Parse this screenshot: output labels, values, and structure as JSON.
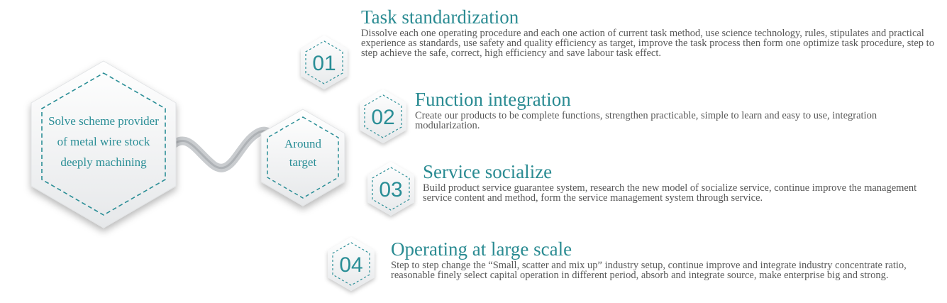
{
  "center": {
    "lines": [
      "Solve scheme provider",
      "of  metal wire stock",
      "deeply machining"
    ]
  },
  "target": {
    "lines": [
      "Around",
      "target"
    ]
  },
  "items": [
    {
      "number": "01",
      "title": "Task standardization",
      "desc": "Dissolve each one operating procedure and each one action of current task method, use science technology, rules, stipulates and practical experience as standards, use safety and quality efficiency as target, improve the task process then form one optimize task procedure, step to step achieve the safe, correct, high efficiency and save labour task effect."
    },
    {
      "number": "02",
      "title": "Function integration",
      "desc": "Create our products to be complete functions, strengthen practicable, simple to learn and easy to use, integration modularization."
    },
    {
      "number": "03",
      "title": "Service socialize",
      "desc": "Build product service guarantee system, research the new model of socialize service, continue improve the management service content and method, form the service management system through service."
    },
    {
      "number": "04",
      "title": "Operating at large scale",
      "desc": "Step to step change the “Small, scatter and mix up”  industry setup, continue improve and integrate industry concentrate ratio, reasonable finely select capital operation in different period, absorb and integrate source, make enterprise big and strong."
    }
  ],
  "colors": {
    "accent": "#2a8e96",
    "text": "#585858",
    "hex_fill": "#f1f2f3"
  }
}
